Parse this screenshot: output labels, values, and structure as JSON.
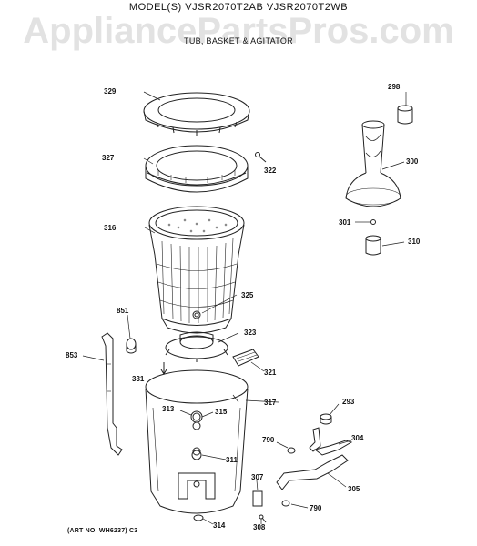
{
  "header": {
    "models": "MODEL(S) VJSR2070T2AB  VJSR2070T2WB",
    "section": "TUB, BASKET & AGITATOR"
  },
  "watermark": "AppliancePartsPros.com",
  "footer": {
    "art_no": "(ART NO. WH6237) C3"
  },
  "parts": [
    {
      "id": "329"
    },
    {
      "id": "327"
    },
    {
      "id": "322"
    },
    {
      "id": "316"
    },
    {
      "id": "325"
    },
    {
      "id": "851"
    },
    {
      "id": "853"
    },
    {
      "id": "323"
    },
    {
      "id": "331"
    },
    {
      "id": "321"
    },
    {
      "id": "317"
    },
    {
      "id": "313"
    },
    {
      "id": "315"
    },
    {
      "id": "311"
    },
    {
      "id": "314"
    },
    {
      "id": "298"
    },
    {
      "id": "300"
    },
    {
      "id": "301"
    },
    {
      "id": "310"
    },
    {
      "id": "293"
    },
    {
      "id": "790a",
      "label": "790"
    },
    {
      "id": "304"
    },
    {
      "id": "307"
    },
    {
      "id": "305"
    },
    {
      "id": "790b",
      "label": "790"
    },
    {
      "id": "308"
    }
  ]
}
